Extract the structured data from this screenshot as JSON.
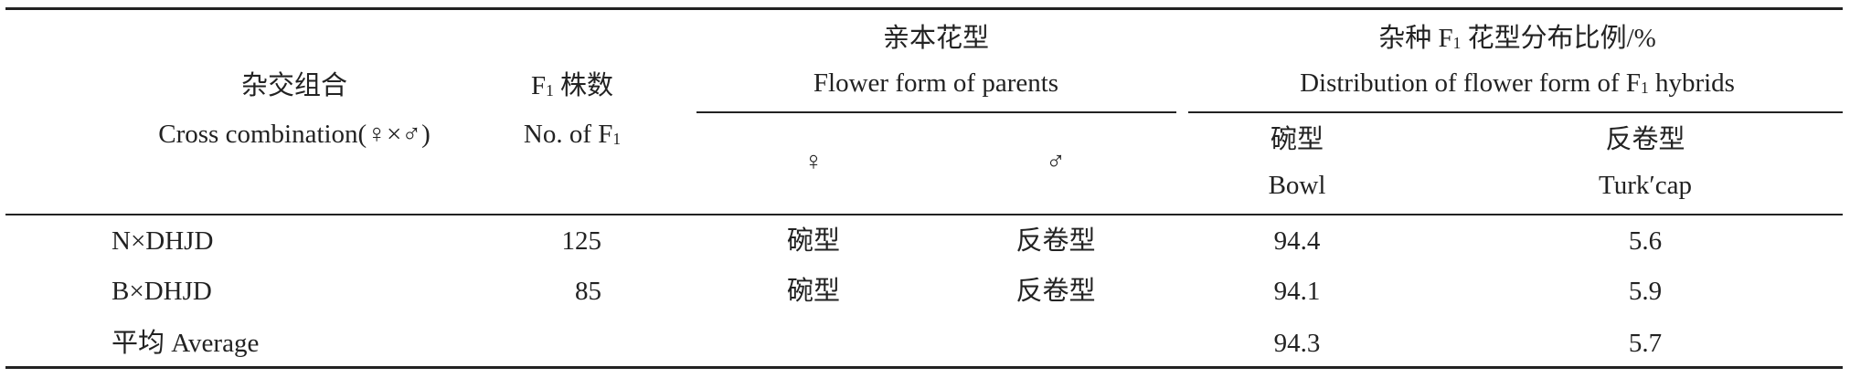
{
  "header": {
    "cross": {
      "zh": "杂交组合",
      "en": "Cross combination(♀×♂)"
    },
    "f1_count": {
      "zh_prefix": "F",
      "sub": "1",
      "zh_suffix": " 株数",
      "en_prefix": "No. of F",
      "en_sub": "1"
    },
    "parents": {
      "zh": "亲本花型",
      "en": "Flower form of parents",
      "female": "♀",
      "male": "♂"
    },
    "distribution": {
      "zh_prefix": "杂种 F",
      "sub": "1",
      "zh_suffix": " 花型分布比例/%",
      "en_prefix": "Distribution of flower form of F",
      "en_sub": "1",
      "en_suffix": " hybrids",
      "bowl_zh": "碗型",
      "bowl_en": "Bowl",
      "turk_zh": "反卷型",
      "turk_en": "Turk′cap"
    }
  },
  "rows": [
    {
      "cross": "N×DHJD",
      "f1": "125",
      "female": "碗型",
      "male": "反卷型",
      "bowl": "94.4",
      "turk": "5.6"
    },
    {
      "cross": "B×DHJD",
      "f1": "85",
      "female": "碗型",
      "male": "反卷型",
      "bowl": "94.1",
      "turk": "5.9"
    },
    {
      "cross": "平均 Average",
      "f1": "",
      "female": "",
      "male": "",
      "bowl": "94.3",
      "turk": "5.7"
    }
  ]
}
